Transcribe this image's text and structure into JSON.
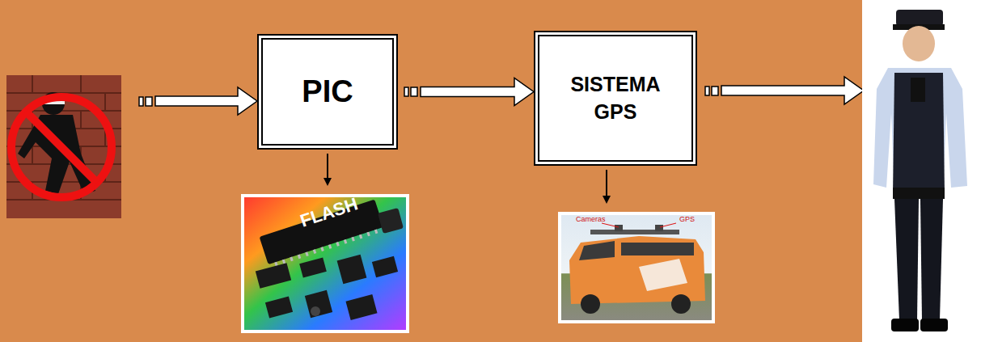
{
  "diagram": {
    "nodes": [
      {
        "text": [
          "PIC"
        ]
      },
      {
        "text": [
          "SISTEMA GPS"
        ]
      }
    ],
    "edges": [
      {
        "from": 0,
        "to": 1,
        "arrow": "to"
      }
    ],
    "labels": [
      "FLASH",
      "Cameras",
      "GPS"
    ]
  }
}
